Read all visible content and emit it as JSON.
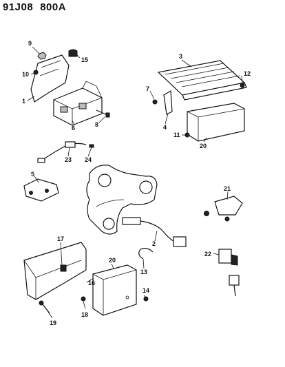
{
  "header": {
    "code1": "91J08",
    "code2": "800A"
  },
  "callouts": {
    "c1": "1",
    "c2": "2",
    "c3": "3",
    "c4": "4",
    "c5": "5",
    "c6": "6",
    "c7": "7",
    "c8": "8",
    "c9": "9",
    "c10": "10",
    "c11": "11",
    "c12": "12",
    "c13": "13",
    "c14": "14",
    "c15": "15",
    "c16": "16",
    "c17": "17",
    "c18": "18",
    "c19": "19",
    "c20a": "20",
    "c20b": "20",
    "c21": "21",
    "c22": "22",
    "c23": "23",
    "c24": "24"
  }
}
